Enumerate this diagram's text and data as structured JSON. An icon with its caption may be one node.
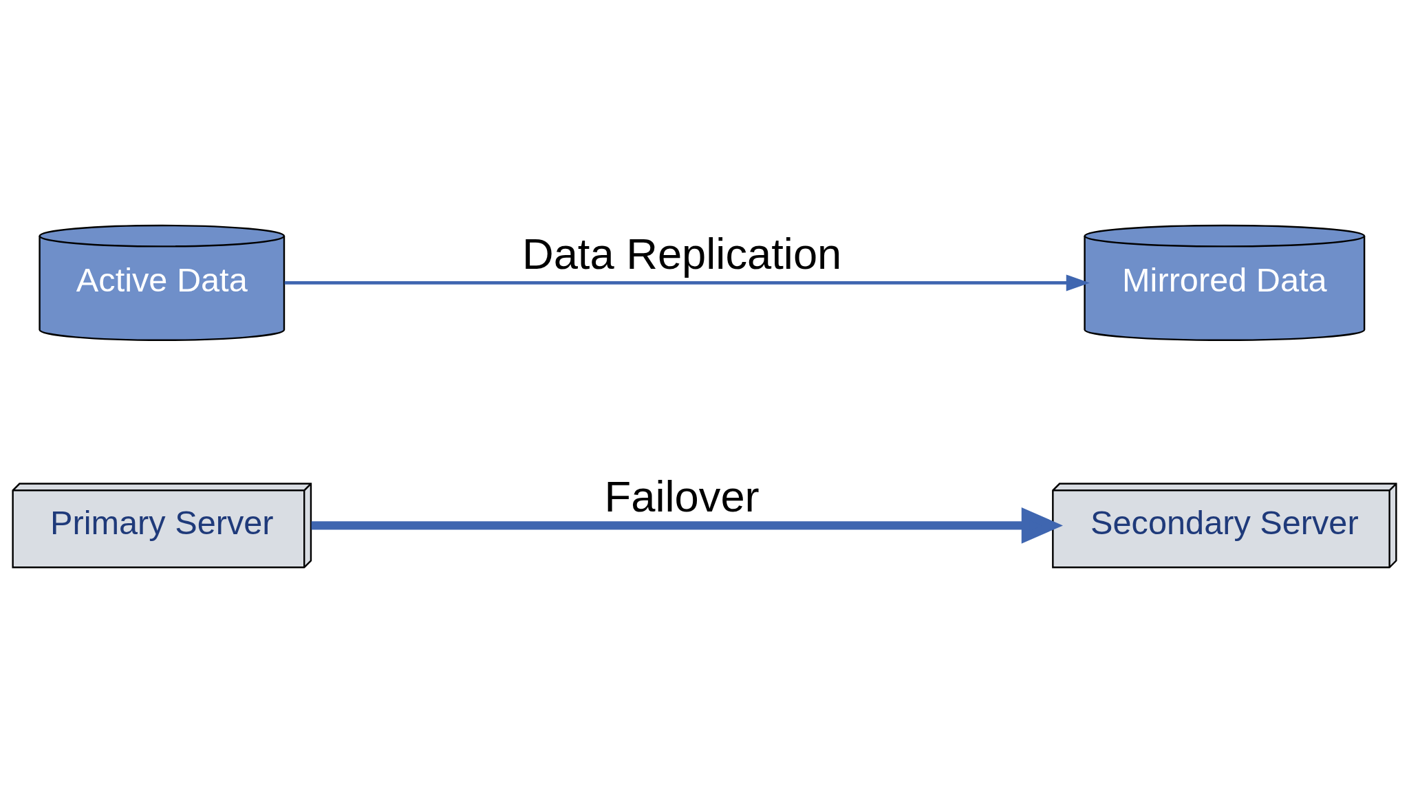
{
  "diagram": {
    "nodes": [
      {
        "text": [
          "Primary Server"
        ]
      },
      {
        "text": [
          "Secondary Server"
        ]
      },
      {
        "text": [
          "Active Data"
        ]
      },
      {
        "text": [
          "Mirrored Data"
        ]
      }
    ],
    "edges": [
      {
        "from": 0,
        "to": 1,
        "arrow": "to",
        "label": "Failover",
        "style": "thick"
      },
      {
        "from": 2,
        "to": 3,
        "arrow": "to",
        "label": "Data Replication"
      }
    ]
  }
}
